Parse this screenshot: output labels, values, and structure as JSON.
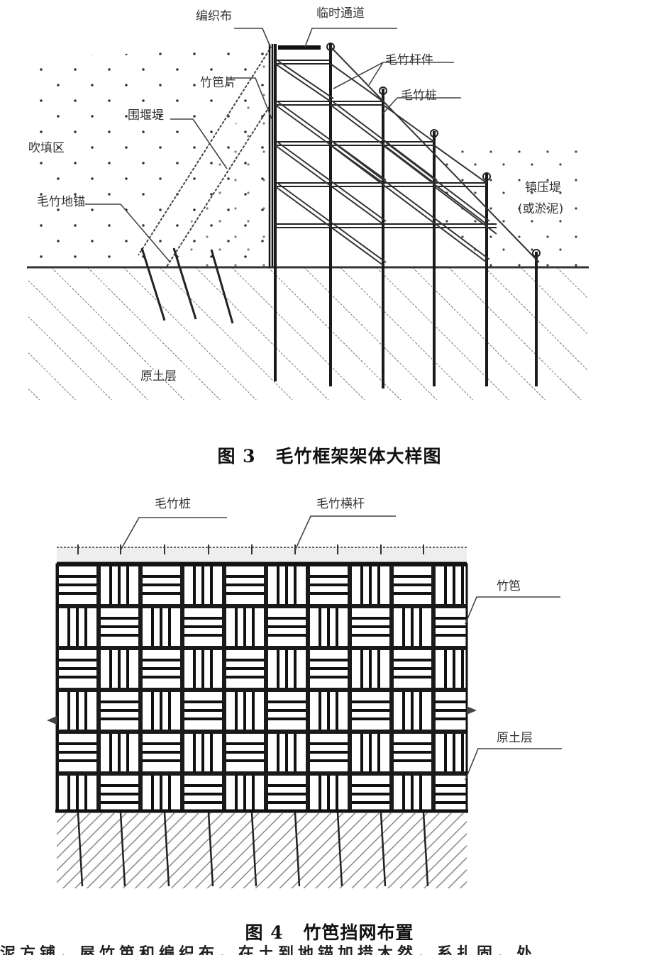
{
  "figure3": {
    "caption_number": "图 3",
    "caption_title": "毛竹框架架体大样图",
    "labels": {
      "geotextile": "编织布",
      "walkway": "临时通道",
      "bamboo_member": "毛竹杆件",
      "bamboo_mat_piece": "竹笆片",
      "bamboo_pile": "毛竹桩",
      "embankment": "围堰堤",
      "fill_zone": "吹填区",
      "bamboo_anchor": "毛竹地锚",
      "surcharge_line1": "镇压堤",
      "surcharge_line2": "(或淤泥)",
      "original_soil": "原土层"
    }
  },
  "figure4": {
    "caption_number": "图 4",
    "caption_title": "竹笆挡网布置",
    "labels": {
      "bamboo_pile": "毛竹桩",
      "bamboo_crossbar": "毛竹横杆",
      "bamboo_mat": "竹笆",
      "original_soil": "原土层"
    }
  },
  "footer_partial_text": "泥方铺，屋竹笆和编织布，在土到地锚加措木然，系扎固，处"
}
